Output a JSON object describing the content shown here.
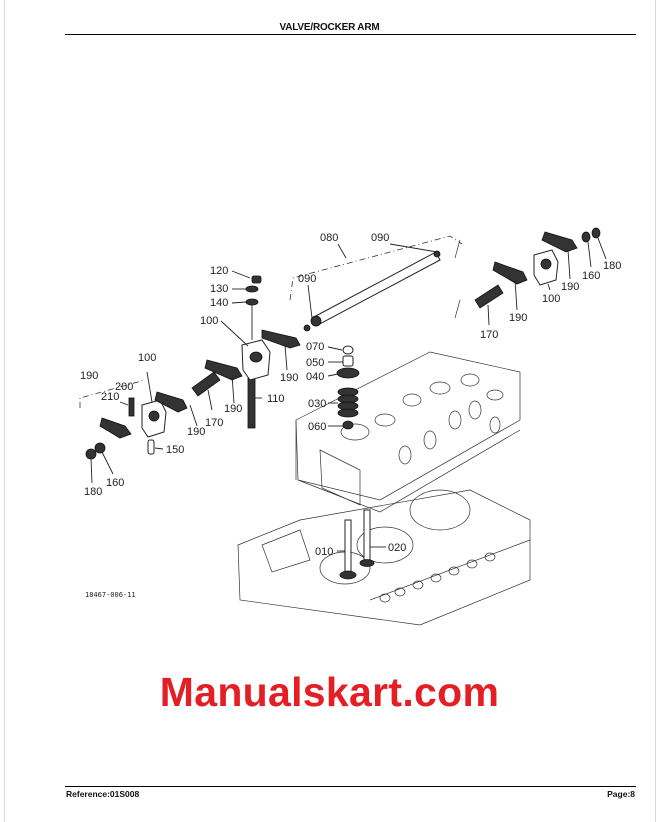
{
  "header": {
    "title": "VALVE/ROCKER ARM"
  },
  "footer": {
    "reference": "Reference:01S008",
    "page": "Page:8"
  },
  "watermark": {
    "text": "Manualskart.com",
    "color": "#e31e24"
  },
  "diagram": {
    "figure_code": "18467-006-11",
    "callouts": {
      "c010": "010",
      "c020": "020",
      "c030": "030",
      "c040": "040",
      "c050": "050",
      "c060": "060",
      "c070": "070",
      "c080": "080",
      "c090a": "090",
      "c090b": "090",
      "c100a": "100",
      "c100b": "100",
      "c100c": "100",
      "c110": "110",
      "c120": "120",
      "c130": "130",
      "c140": "140",
      "c150": "150",
      "c160a": "160",
      "c160b": "160",
      "c170a": "170",
      "c170b": "170",
      "c180a": "180",
      "c180b": "180",
      "c190a": "190",
      "c190b": "190",
      "c190c": "190",
      "c190d": "190",
      "c190e": "190",
      "c190f": "190",
      "c200": "200",
      "c210": "210"
    }
  }
}
